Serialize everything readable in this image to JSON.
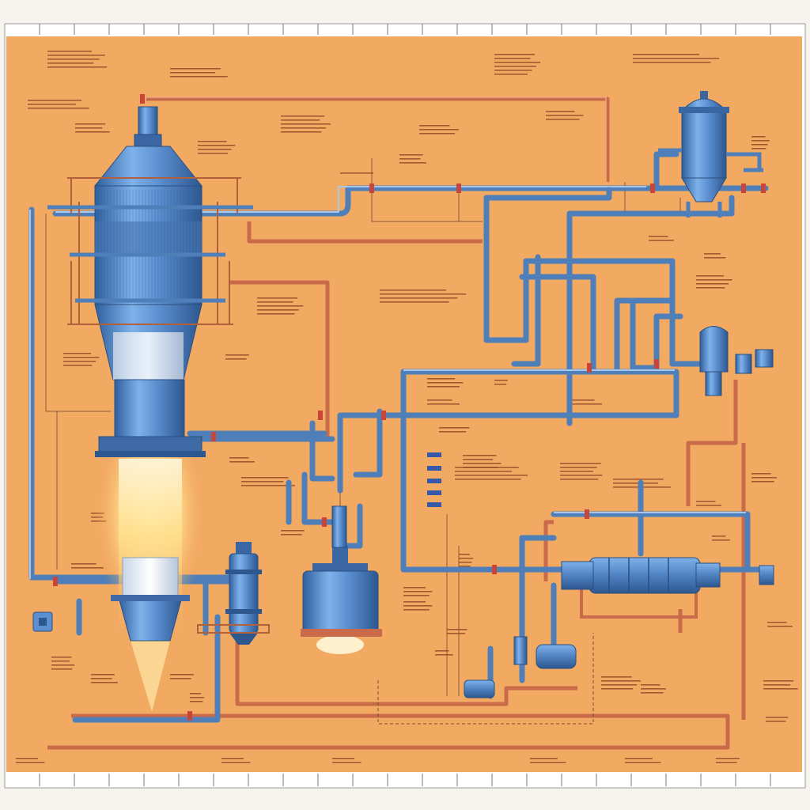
{
  "diagram": {
    "canvas_colors": {
      "paper": "#f2a962",
      "frame": "#ffffff",
      "blue_pipe": "#4f7fb8",
      "red_pipe": "#c96a4a",
      "vessel_blue": "#5b8fd0",
      "flame": "#ffd37a"
    },
    "components": [
      {
        "id": "reactor-tower",
        "icon": "tower-vessel"
      },
      {
        "id": "top-right-tank",
        "icon": "pressure-tank"
      },
      {
        "id": "mid-right-pump",
        "icon": "pump"
      },
      {
        "id": "horizontal-heat-exchanger",
        "icon": "heat-exchanger"
      },
      {
        "id": "bottom-center-tank",
        "icon": "storage-tank"
      },
      {
        "id": "bottom-left-column",
        "icon": "column-vessel"
      },
      {
        "id": "small-pump-bottom",
        "icon": "pump"
      },
      {
        "id": "control-box-left",
        "icon": "control-box"
      }
    ]
  }
}
